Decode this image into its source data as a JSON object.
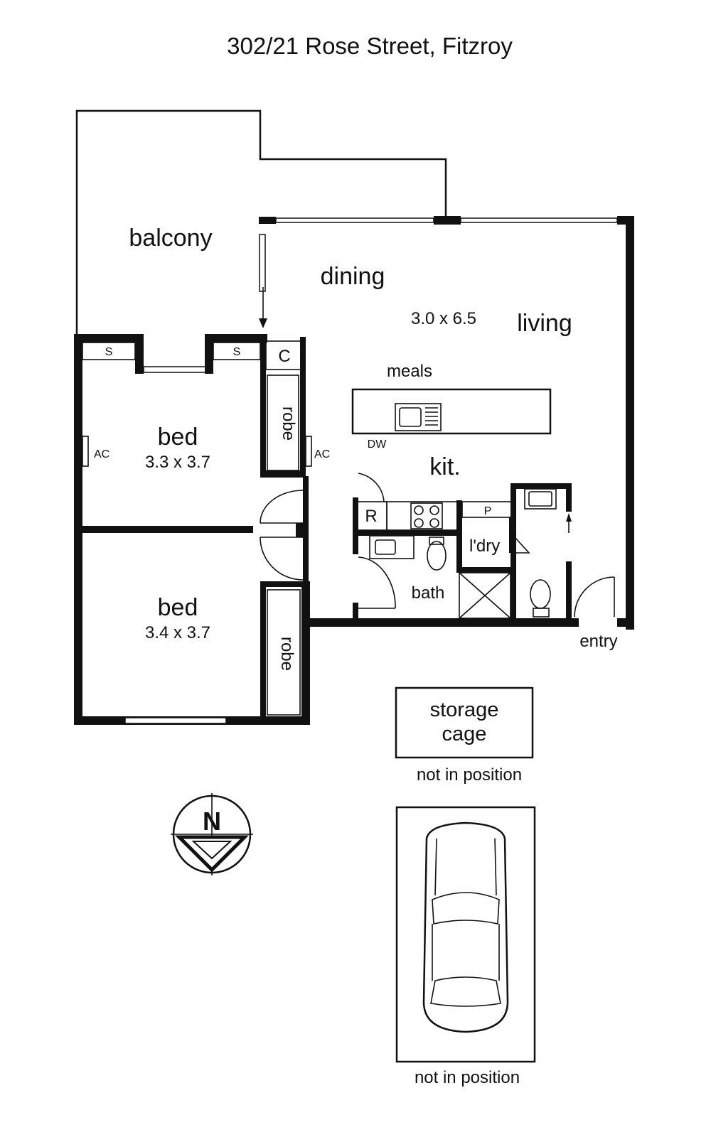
{
  "title": "302/21 Rose Street, Fitzroy",
  "rooms": {
    "balcony": "balcony",
    "dining": "dining",
    "dining_size": "3.0 x 6.5",
    "living": "living",
    "meals": "meals",
    "kitchen": "kit.",
    "dishwasher": "DW",
    "bed1": "bed",
    "bed1_size": "3.3 x 3.7",
    "bed2": "bed",
    "bed2_size": "3.4 x 3.7",
    "robe1": "robe",
    "robe2": "robe",
    "shelf1": "S",
    "shelf2": "S",
    "cupboard": "C",
    "ac1": "AC",
    "ac2": "AC",
    "fridge": "R",
    "pantry": "P",
    "laundry": "l'dry",
    "bath": "bath",
    "entry": "entry"
  },
  "storage": {
    "line1": "storage",
    "line2": "cage",
    "note": "not in position"
  },
  "parking": {
    "note": "not in position"
  },
  "compass": {
    "letter": "N"
  }
}
